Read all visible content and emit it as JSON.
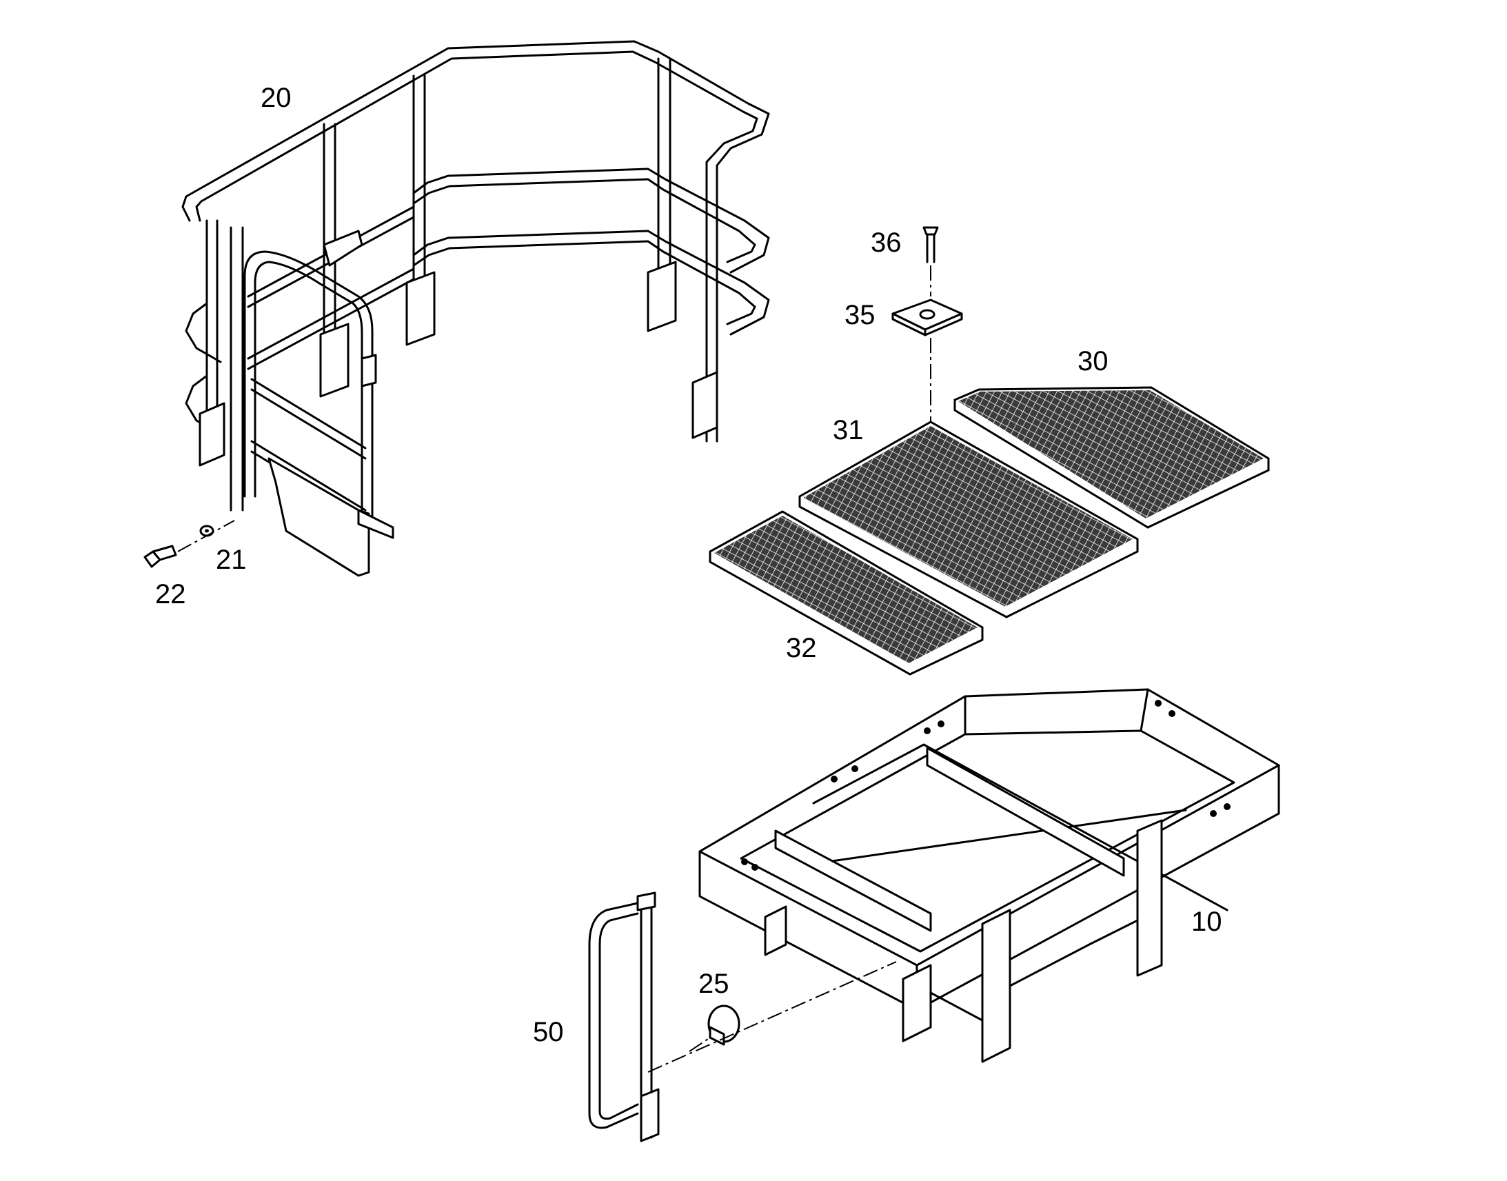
{
  "callouts": {
    "c20": "20",
    "c21": "21",
    "c22": "22",
    "c30": "30",
    "c31": "31",
    "c32": "32",
    "c35": "35",
    "c36": "36",
    "c10": "10",
    "c25": "25",
    "c50": "50"
  },
  "colors": {
    "line": "#000000",
    "background": "#ffffff",
    "grating": "#3a3a3a"
  }
}
